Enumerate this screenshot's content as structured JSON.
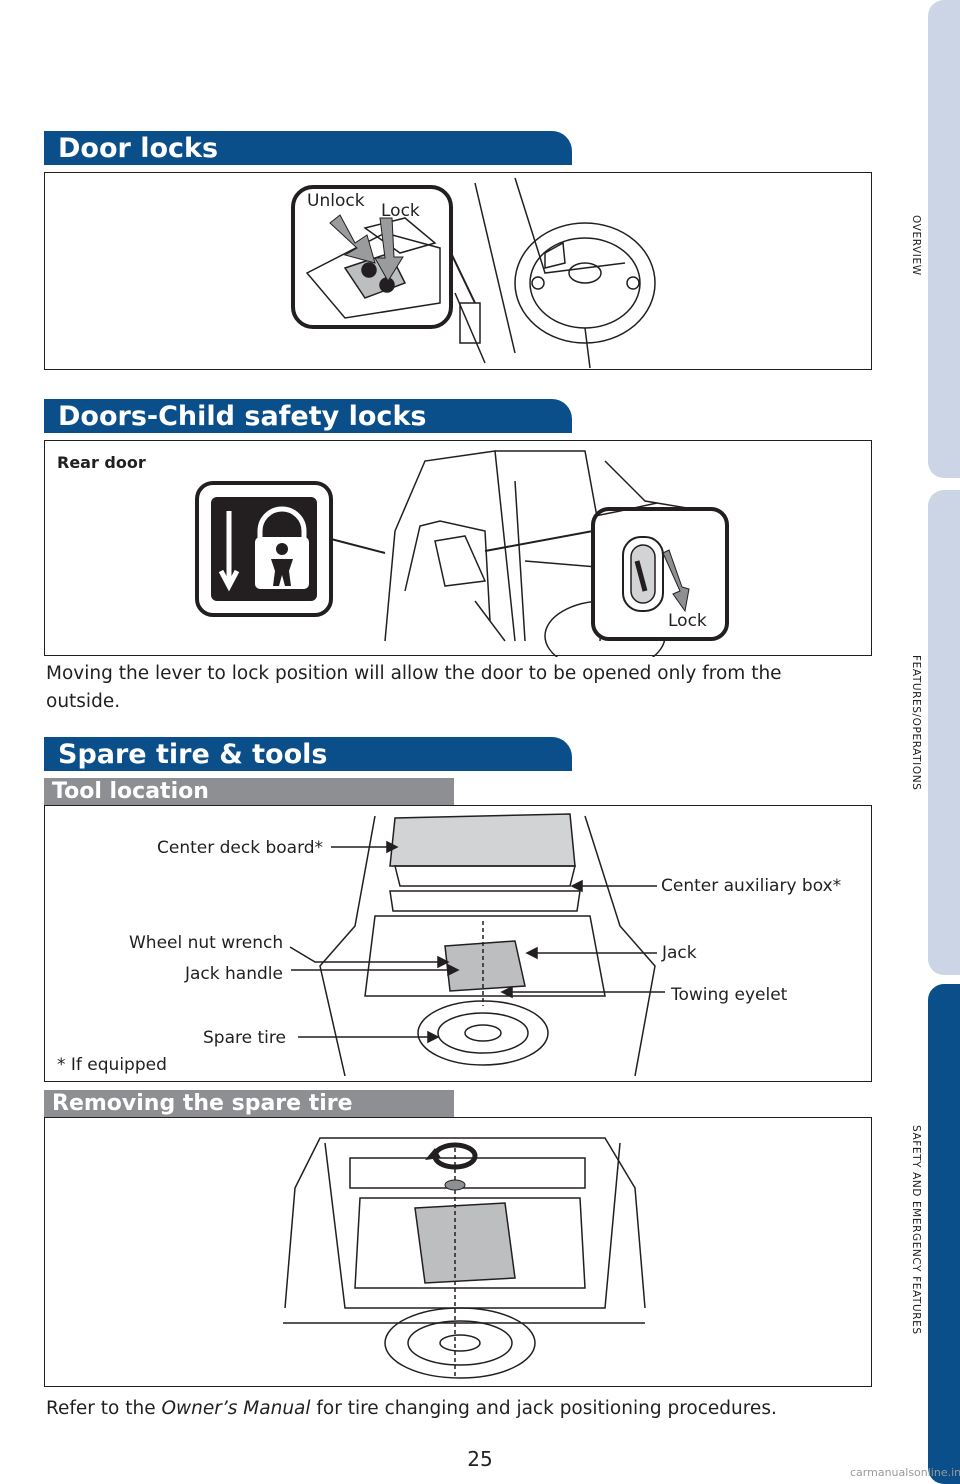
{
  "sidebar": {
    "tab1": "OVERVIEW",
    "tab2": "FEATURES/OPERATIONS",
    "tab3": "SAFETY AND EMERGENCY FEATURES"
  },
  "door_locks": {
    "heading": "Door locks",
    "unlock_label": "Unlock",
    "lock_label": "Lock"
  },
  "child_locks": {
    "heading": "Doors-Child safety locks",
    "rear_door_label": "Rear door",
    "lock_label": "Lock",
    "description": "Moving the lever to lock position will allow the door to be opened only from the outside."
  },
  "spare_tire": {
    "heading": "Spare tire & tools",
    "tool_location": {
      "subheading": "Tool location",
      "center_deck_board": "Center deck board*",
      "center_aux_box": "Center auxiliary box*",
      "wheel_nut_wrench": "Wheel nut wrench",
      "jack": "Jack",
      "jack_handle": "Jack handle",
      "towing_eyelet": "Towing eyelet",
      "spare_tire": "Spare tire",
      "if_equipped": "* If equipped"
    },
    "removing": {
      "subheading": "Removing the spare tire"
    },
    "refer_prefix": "Refer to the ",
    "refer_manual": "Owner’s Manual",
    "refer_suffix": " for tire changing and jack positioning procedures."
  },
  "page_number": "25",
  "footer": "carmanualsonline.info",
  "colors": {
    "header_blue": "#0b4f8a",
    "sub_gray": "#8e8f93",
    "tab_light": "#ccd5e6",
    "tab_active": "#0b4f8a"
  }
}
